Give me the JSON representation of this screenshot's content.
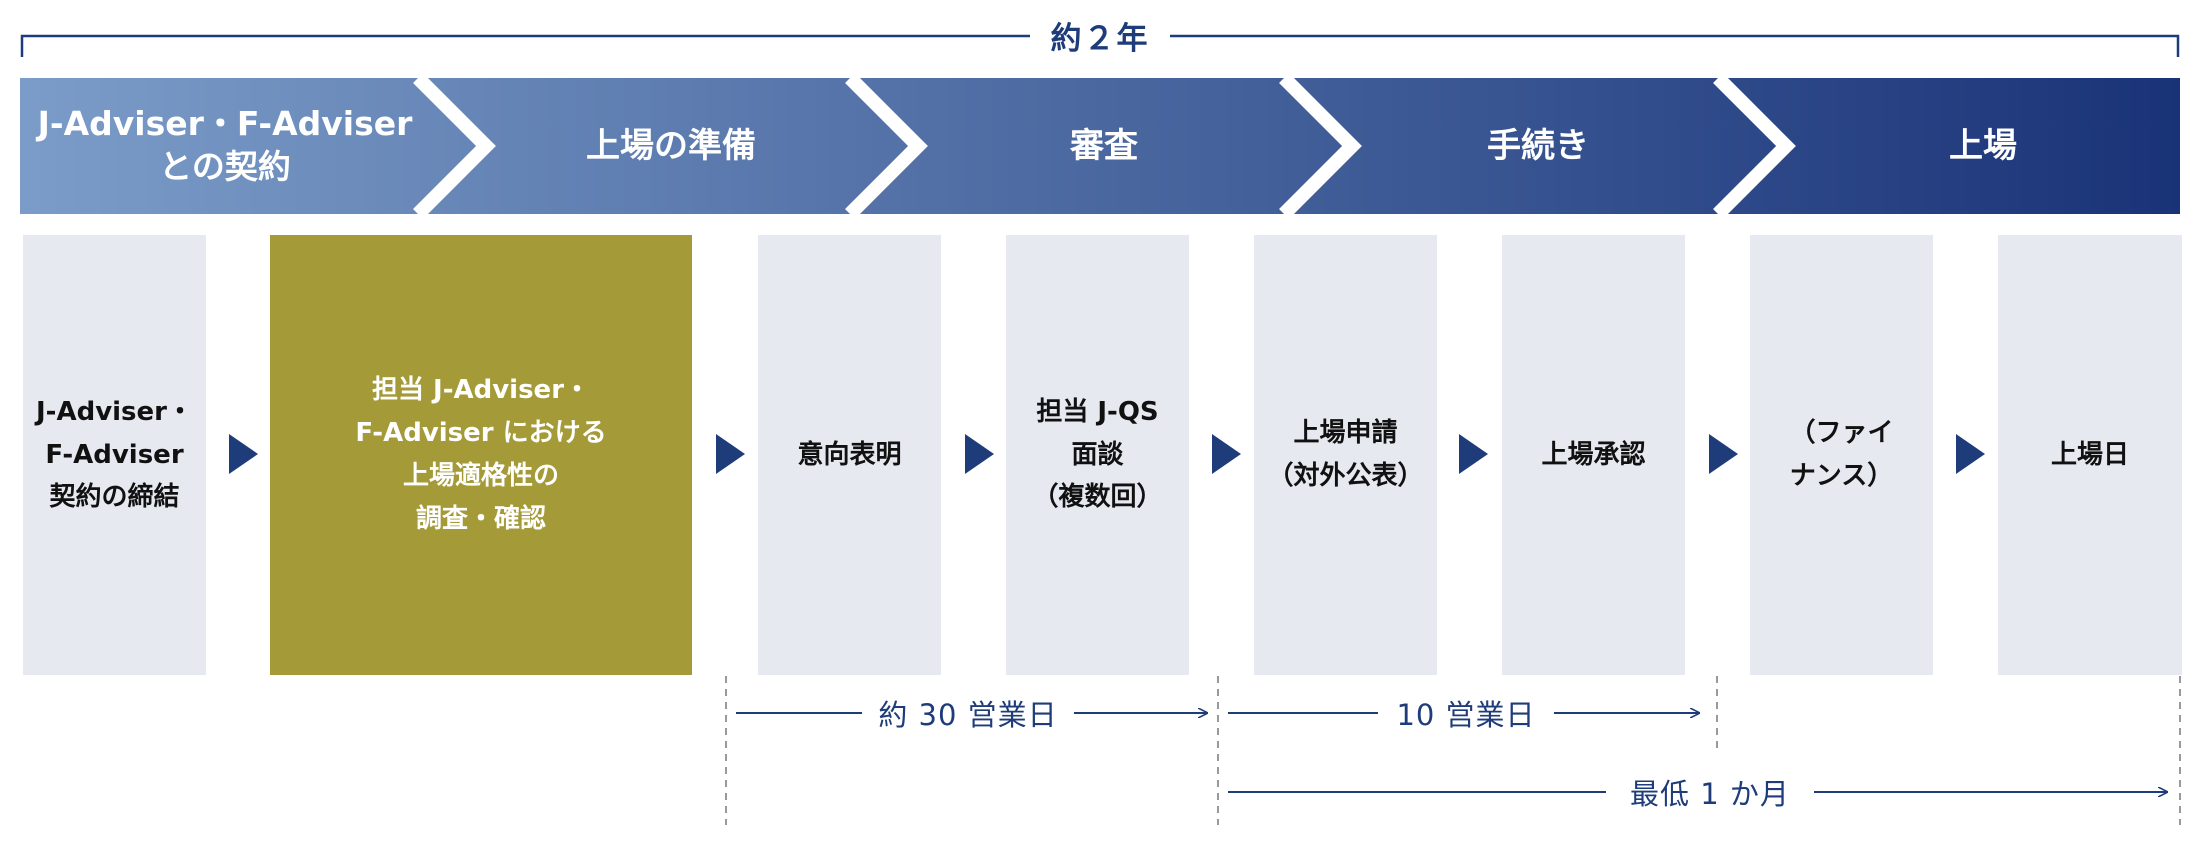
{
  "timeline": {
    "total_label": "約２年"
  },
  "phases": [
    {
      "label": "J-Adviser・F-Adviser\nとの契約"
    },
    {
      "label": "上場の準備"
    },
    {
      "label": "審査"
    },
    {
      "label": "手続き"
    },
    {
      "label": "上場"
    }
  ],
  "steps": [
    {
      "label": "J-Adviser・\nF-Adviser\n契約の締結",
      "highlight": false
    },
    {
      "label": "担当 J-Adviser・\nF-Adviser における\n上場適格性の\n調査・確認",
      "highlight": true
    },
    {
      "label": "意向表明",
      "highlight": false
    },
    {
      "label": "担当 J-QS\n面談\n（複数回）",
      "highlight": false
    },
    {
      "label": "上場申請\n（対外公表）",
      "highlight": false
    },
    {
      "label": "上場承認",
      "highlight": false
    },
    {
      "label": "（ファイ\nナンス）",
      "highlight": false
    },
    {
      "label": "上場日",
      "highlight": false
    }
  ],
  "durations": [
    {
      "label": "約 30 営業日"
    },
    {
      "label": "10 営業日"
    },
    {
      "label": "最低 1 か月"
    }
  ],
  "colors": {
    "phase_gradient_start": "#7b9cc8",
    "phase_gradient_end": "#1a3378",
    "accent": "#1f3c7a",
    "step_box": "#e6e9f0",
    "highlight_box": "#a49a38"
  }
}
